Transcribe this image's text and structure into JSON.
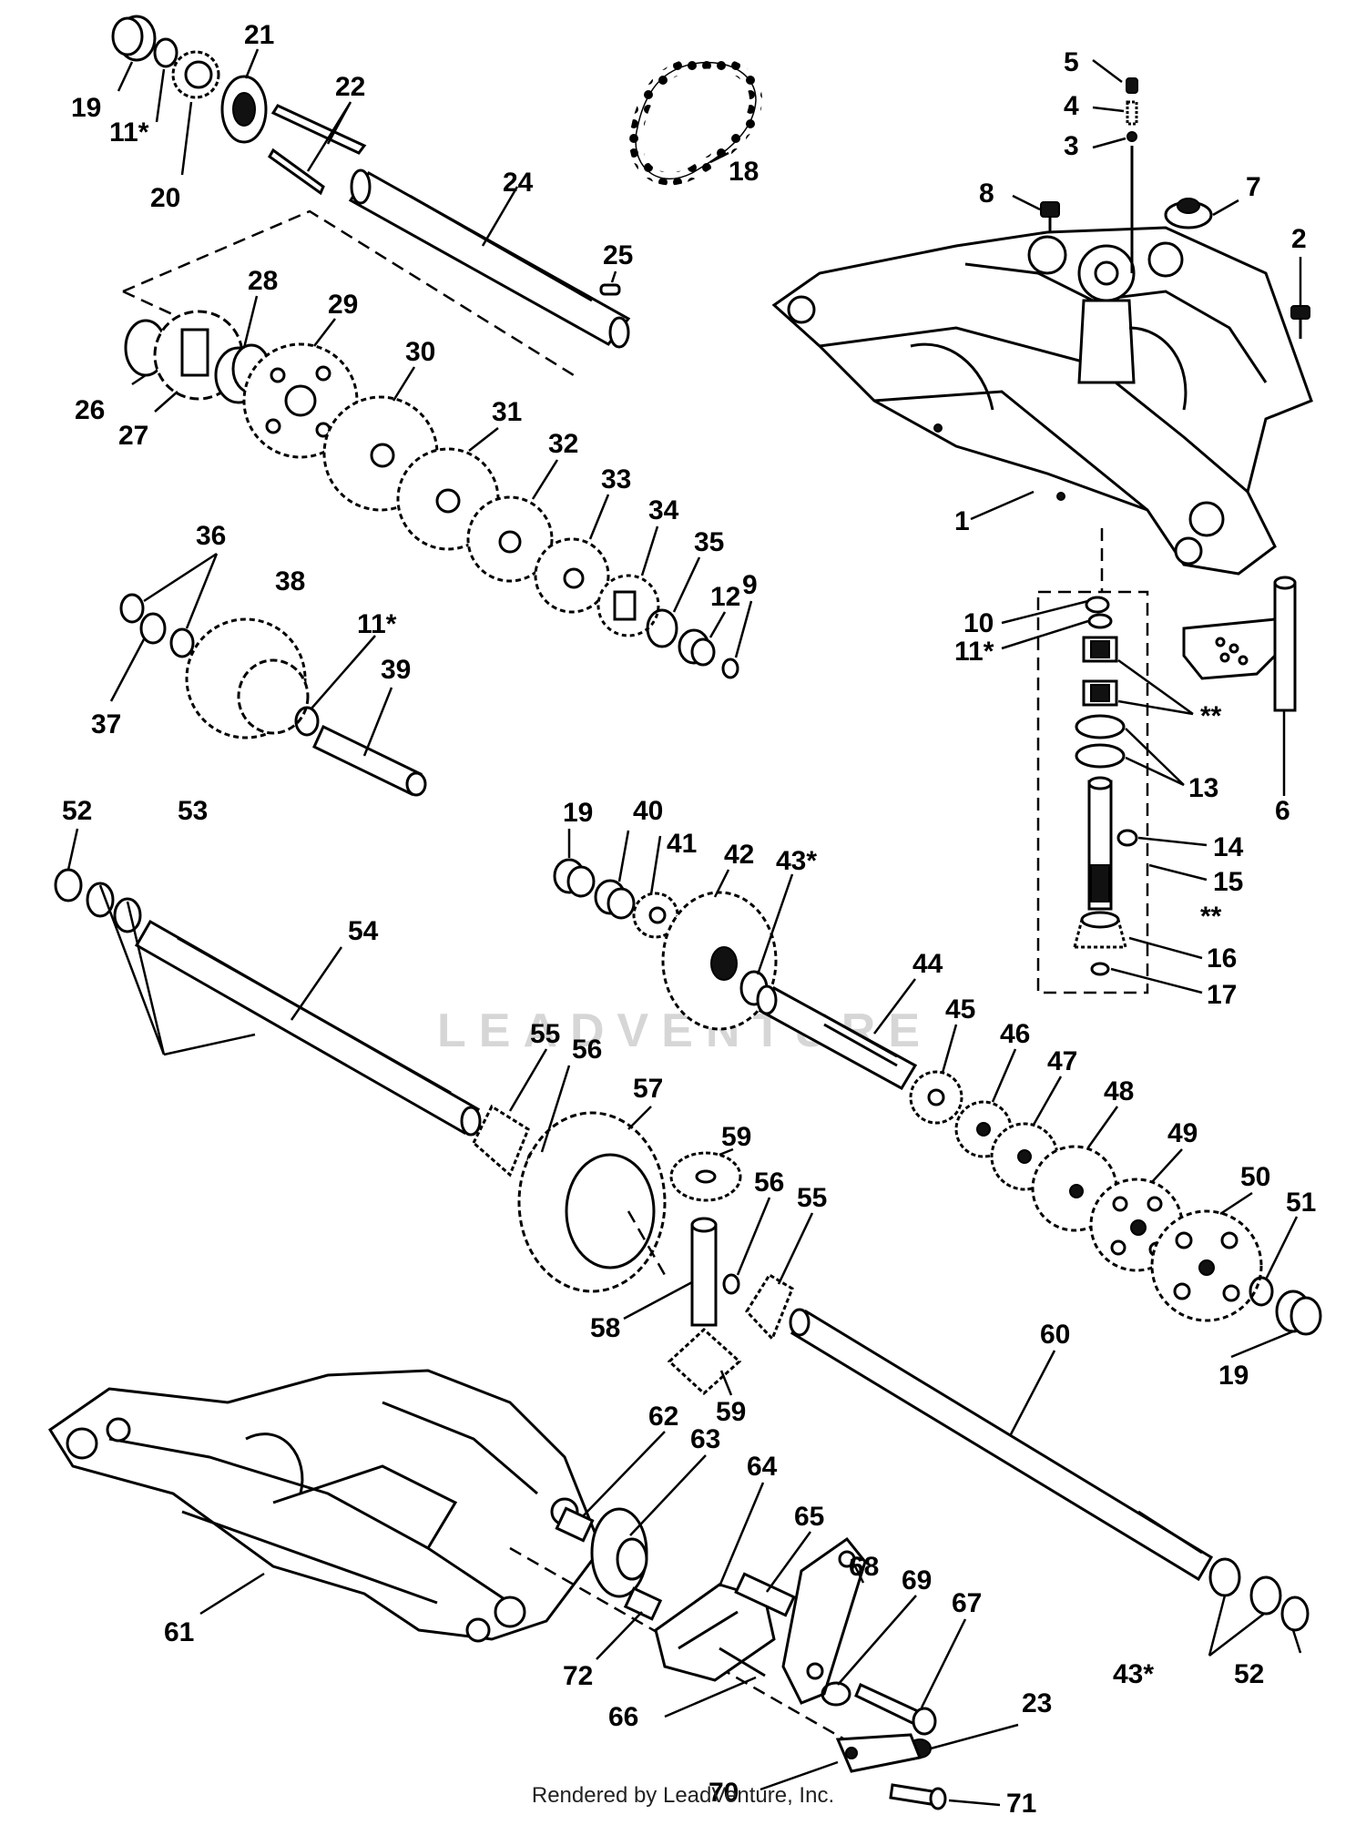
{
  "credit": "Rendered by LeadVenture, Inc.",
  "watermark": "LEADVENTURE",
  "callouts": [
    {
      "id": "c19a",
      "text": "19"
    },
    {
      "id": "c11a",
      "text": "11*"
    },
    {
      "id": "c20",
      "text": "20"
    },
    {
      "id": "c21",
      "text": "21"
    },
    {
      "id": "c22",
      "text": "22"
    },
    {
      "id": "c18",
      "text": "18"
    },
    {
      "id": "c24",
      "text": "24"
    },
    {
      "id": "c25",
      "text": "25"
    },
    {
      "id": "c26",
      "text": "26"
    },
    {
      "id": "c27",
      "text": "27"
    },
    {
      "id": "c28",
      "text": "28"
    },
    {
      "id": "c29",
      "text": "29"
    },
    {
      "id": "c30",
      "text": "30"
    },
    {
      "id": "c31",
      "text": "31"
    },
    {
      "id": "c32",
      "text": "32"
    },
    {
      "id": "c33",
      "text": "33"
    },
    {
      "id": "c34",
      "text": "34"
    },
    {
      "id": "c35",
      "text": "35"
    },
    {
      "id": "c12",
      "text": "12"
    },
    {
      "id": "c9",
      "text": "9"
    },
    {
      "id": "c5",
      "text": "5"
    },
    {
      "id": "c4",
      "text": "4"
    },
    {
      "id": "c3",
      "text": "3"
    },
    {
      "id": "c8",
      "text": "8"
    },
    {
      "id": "c7",
      "text": "7"
    },
    {
      "id": "c2",
      "text": "2"
    },
    {
      "id": "c1",
      "text": "1"
    },
    {
      "id": "c36",
      "text": "36"
    },
    {
      "id": "c38",
      "text": "38"
    },
    {
      "id": "c37",
      "text": "37"
    },
    {
      "id": "c11b",
      "text": "11*"
    },
    {
      "id": "c39",
      "text": "39"
    },
    {
      "id": "c10",
      "text": "10"
    },
    {
      "id": "c11c",
      "text": "11*"
    },
    {
      "id": "cst1",
      "text": "**"
    },
    {
      "id": "c13",
      "text": "13"
    },
    {
      "id": "c6",
      "text": "6"
    },
    {
      "id": "c14",
      "text": "14"
    },
    {
      "id": "c15",
      "text": "15"
    },
    {
      "id": "cst2",
      "text": "**"
    },
    {
      "id": "c16",
      "text": "16"
    },
    {
      "id": "c17",
      "text": "17"
    },
    {
      "id": "c52a",
      "text": "52"
    },
    {
      "id": "c53",
      "text": "53"
    },
    {
      "id": "c54",
      "text": "54"
    },
    {
      "id": "c19b",
      "text": "19"
    },
    {
      "id": "c40",
      "text": "40"
    },
    {
      "id": "c41",
      "text": "41"
    },
    {
      "id": "c42",
      "text": "42"
    },
    {
      "id": "c43a",
      "text": "43*"
    },
    {
      "id": "c44",
      "text": "44"
    },
    {
      "id": "c55a",
      "text": "55"
    },
    {
      "id": "c56a",
      "text": "56"
    },
    {
      "id": "c57",
      "text": "57"
    },
    {
      "id": "c45",
      "text": "45"
    },
    {
      "id": "c46",
      "text": "46"
    },
    {
      "id": "c47",
      "text": "47"
    },
    {
      "id": "c48",
      "text": "48"
    },
    {
      "id": "c49",
      "text": "49"
    },
    {
      "id": "c50",
      "text": "50"
    },
    {
      "id": "c51",
      "text": "51"
    },
    {
      "id": "c59a",
      "text": "59"
    },
    {
      "id": "c56b",
      "text": "56"
    },
    {
      "id": "c55b",
      "text": "55"
    },
    {
      "id": "c58",
      "text": "58"
    },
    {
      "id": "c59b",
      "text": "59"
    },
    {
      "id": "c19c",
      "text": "19"
    },
    {
      "id": "c60",
      "text": "60"
    },
    {
      "id": "c62",
      "text": "62"
    },
    {
      "id": "c63",
      "text": "63"
    },
    {
      "id": "c64",
      "text": "64"
    },
    {
      "id": "c65",
      "text": "65"
    },
    {
      "id": "c68",
      "text": "68"
    },
    {
      "id": "c69",
      "text": "69"
    },
    {
      "id": "c67",
      "text": "67"
    },
    {
      "id": "c61",
      "text": "61"
    },
    {
      "id": "c72",
      "text": "72"
    },
    {
      "id": "c66",
      "text": "66"
    },
    {
      "id": "c23",
      "text": "23"
    },
    {
      "id": "c43b",
      "text": "43*"
    },
    {
      "id": "c52b",
      "text": "52"
    },
    {
      "id": "c70",
      "text": "70"
    },
    {
      "id": "c71",
      "text": "71"
    }
  ]
}
